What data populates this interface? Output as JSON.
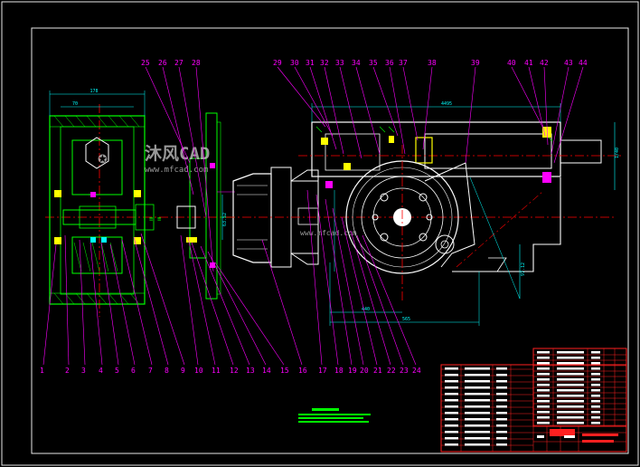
{
  "drawing": {
    "colors": {
      "background": "#000000",
      "frame": "#e8e8e8",
      "outline": "#ffffff",
      "geometry": "#00ff00",
      "leaders": "#ff00ff",
      "dimensions": "#00ffff",
      "centerlines": "#ff0000",
      "hatch": "#ffff00",
      "titleblock": "#ff2020"
    },
    "top_balloons": [
      "25",
      "26",
      "27",
      "28",
      "29",
      "30",
      "31",
      "32",
      "33",
      "34",
      "35",
      "36",
      "37",
      "38",
      "39",
      "40",
      "41",
      "42",
      "43",
      "44"
    ],
    "bottom_balloons": [
      "1",
      "2",
      "3",
      "4",
      "5",
      "6",
      "7",
      "8",
      "9",
      "10",
      "11",
      "12",
      "13",
      "14",
      "15",
      "16",
      "17",
      "18",
      "19",
      "20",
      "21",
      "22",
      "23",
      "24"
    ],
    "watermark": {
      "brand": "沐风CAD",
      "url": "www.mfcad.com",
      "small": "www.mfcad.com"
    },
    "dimension_texts": {
      "left_width": "178",
      "left_inner": "70",
      "right_top": "4495",
      "right_height": "1/40",
      "bottom_a": "440",
      "bottom_b": "565",
      "side_a": "97.12",
      "side_b": "2014",
      "mid_a": "63.52"
    }
  }
}
